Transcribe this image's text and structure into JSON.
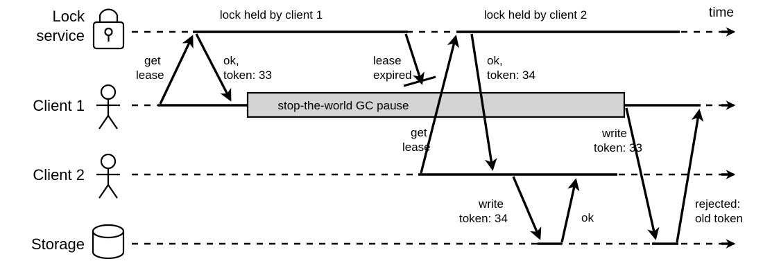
{
  "diagram": {
    "title": "distributed lock fencing token sequence diagram",
    "time_axis_label": "time",
    "colors": {
      "stroke": "#000000",
      "background": "#ffffff",
      "gc_box_fill": "#d4d4d4"
    },
    "lanes": [
      {
        "id": "lock-service",
        "label_line1": "Lock",
        "label_line2": "service",
        "icon": "padlock-icon"
      },
      {
        "id": "client-1",
        "label_line1": "Client 1",
        "label_line2": "",
        "icon": "stick-figure-icon"
      },
      {
        "id": "client-2",
        "label_line1": "Client 2",
        "label_line2": "",
        "icon": "stick-figure-icon"
      },
      {
        "id": "storage",
        "label_line1": "Storage",
        "label_line2": "",
        "icon": "database-cylinder-icon"
      }
    ],
    "spans": [
      {
        "id": "lock-held-client-1",
        "label": "lock held by client 1"
      },
      {
        "id": "lock-held-client-2",
        "label": "lock held by client 2"
      }
    ],
    "gc_pause": {
      "label": "stop-the-world GC pause"
    },
    "messages": [
      {
        "id": "get-lease-1",
        "line1": "get",
        "line2": "lease"
      },
      {
        "id": "ok-token-33",
        "line1": "ok,",
        "line2": "token: 33"
      },
      {
        "id": "lease-expired",
        "line1": "lease",
        "line2": "expired"
      },
      {
        "id": "get-lease-2",
        "line1": "get",
        "line2": "lease"
      },
      {
        "id": "ok-token-34",
        "line1": "ok,",
        "line2": "token: 34"
      },
      {
        "id": "write-token-34",
        "line1": "write",
        "line2": "token: 34"
      },
      {
        "id": "write-ok",
        "line1": "ok",
        "line2": ""
      },
      {
        "id": "write-token-33",
        "line1": "write",
        "line2": "token: 33"
      },
      {
        "id": "rejected-old-token",
        "line1": "rejected:",
        "line2": "old token"
      }
    ]
  }
}
